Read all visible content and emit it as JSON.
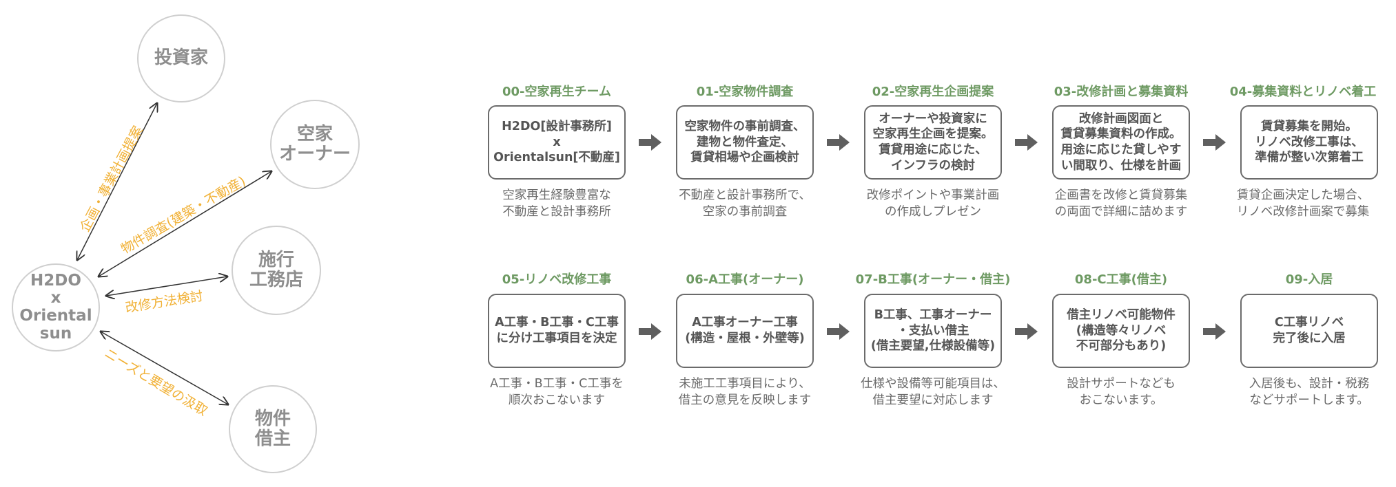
{
  "network": {
    "center": "H2DO\nx\nOriental\nsun",
    "nodes": {
      "investor": "投資家",
      "vacant_owner": "空家\nオーナー",
      "contractor": "施行\n工務店",
      "tenant": "物件\n借主"
    },
    "edges": {
      "investor": "企画・事業計画提案",
      "vacant_owner": "物件調査(建築・不動産)",
      "contractor": "改修方法検討",
      "tenant": "ニーズと要望の汲取"
    }
  },
  "steps": [
    {
      "title": "00-空家再生チーム",
      "box": "H2DO[設計事務所]\nx\nOrientalsun[不動産]",
      "desc": "空家再生経験豊富な\n不動産と設計事務所"
    },
    {
      "title": "01-空家物件調査",
      "box": "空家物件の事前調査、\n建物と物件査定、\n賃貸相場や企画検討",
      "desc": "不動産と設計事務所で、\n空家の事前調査"
    },
    {
      "title": "02-空家再生企画提案",
      "box": "オーナーや投資家に\n空家再生企画を提案。\n賃貸用途に応じた、\nインフラの検討",
      "desc": "改修ポイントや事業計画\nの作成しプレゼン"
    },
    {
      "title": "03-改修計画と募集資料",
      "box": "改修計画図面と\n賃貸募集資料の作成。\n用途に応じた貸しやす\nい間取り、仕様を計画",
      "desc": "企画書を改修と賃貸募集\nの両面で詳細に詰めます"
    },
    {
      "title": "04-募集資料とリノベ着工",
      "box": "賃貸募集を開始。\nリノベ改修工事は、\n準備が整い次第着工",
      "desc": "賃貸企画決定した場合、\nリノベ改修計画案で募集"
    },
    {
      "title": "05-リノベ改修工事",
      "box": "A工事・B工事・C工事\nに分け工事項目を決定",
      "desc": "A工事・B工事・C工事を\n順次おこないます"
    },
    {
      "title": "06-A工事(オーナー)",
      "box": "A工事オーナー工事\n(構造・屋根・外壁等)",
      "desc": "未施工工事項目により、\n借主の意見を反映します"
    },
    {
      "title": "07-B工事(オーナー・借主)",
      "box": "B工事、工事オーナー\n・支払い借主\n(借主要望,仕様設備等)",
      "desc": "仕様や設備等可能項目は、\n借主要望に対応します"
    },
    {
      "title": "08-C工事(借主)",
      "box": "借主リノベ可能物件\n(構造等々リノベ\n不可部分もあり)",
      "desc": "設計サポートなども\nおこないます。"
    },
    {
      "title": "09-入居",
      "box": "C工事リノベ\n完了後に入居",
      "desc": "入居後も、設計・税務\nなどサポートします。"
    }
  ],
  "colors": {
    "title_green": "#6e9a63",
    "edge_label_orange": "#f1b136",
    "node_text_gray": "#8e8e8e",
    "box_border": "#6b6b6b",
    "arrow_gray": "#5f5f5f"
  },
  "icons": {
    "flow_arrow": "right-arrow-icon"
  }
}
